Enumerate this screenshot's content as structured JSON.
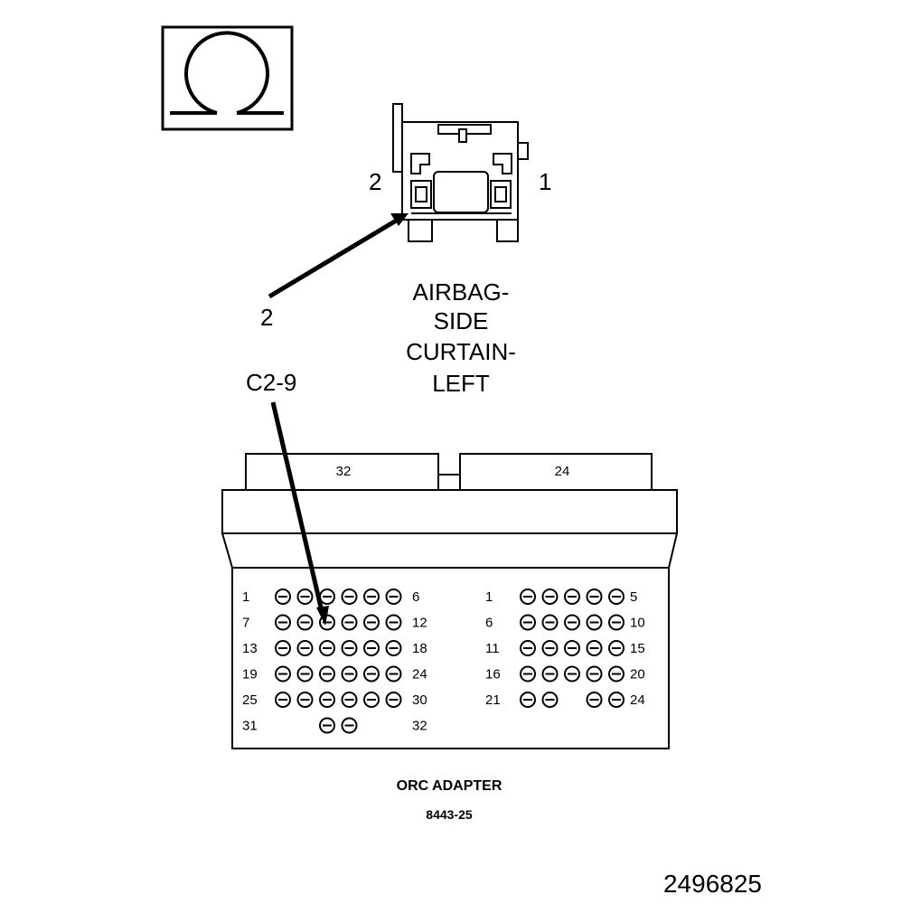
{
  "ohm_icon": {
    "symbol": "Ω",
    "name": "ohm-meter-icon"
  },
  "airbag_connector": {
    "pin_left": "2",
    "pin_right": "1",
    "callout": "2",
    "caption_lines": [
      "AIRBAG-",
      "SIDE",
      "CURTAIN-",
      "LEFT"
    ]
  },
  "adapter_callout": "C2-9",
  "orc_adapter": {
    "left_header": "32",
    "right_header": "24",
    "left_block": {
      "rows": [
        {
          "start": "1",
          "end": "6",
          "pins": [
            1,
            1,
            1,
            1,
            1,
            1
          ]
        },
        {
          "start": "7",
          "end": "12",
          "pins": [
            1,
            1,
            1,
            1,
            1,
            1
          ]
        },
        {
          "start": "13",
          "end": "18",
          "pins": [
            1,
            1,
            1,
            1,
            1,
            1
          ]
        },
        {
          "start": "19",
          "end": "24",
          "pins": [
            1,
            1,
            1,
            1,
            1,
            1
          ]
        },
        {
          "start": "25",
          "end": "30",
          "pins": [
            1,
            1,
            1,
            1,
            1,
            1
          ]
        },
        {
          "start": "31",
          "end": "32",
          "pins": [
            0,
            0,
            1,
            1,
            0,
            0
          ]
        }
      ]
    },
    "right_block": {
      "rows": [
        {
          "start": "1",
          "end": "5",
          "pins": [
            1,
            1,
            1,
            1,
            1
          ]
        },
        {
          "start": "6",
          "end": "10",
          "pins": [
            1,
            1,
            1,
            1,
            1
          ]
        },
        {
          "start": "11",
          "end": "15",
          "pins": [
            1,
            1,
            1,
            1,
            1
          ]
        },
        {
          "start": "16",
          "end": "20",
          "pins": [
            1,
            1,
            1,
            1,
            1
          ]
        },
        {
          "start": "21",
          "end": "24",
          "pins": [
            1,
            1,
            0,
            1,
            1
          ]
        }
      ]
    },
    "title": "ORC ADAPTER",
    "part_number": "8443-25"
  },
  "figure_id": "2496825"
}
